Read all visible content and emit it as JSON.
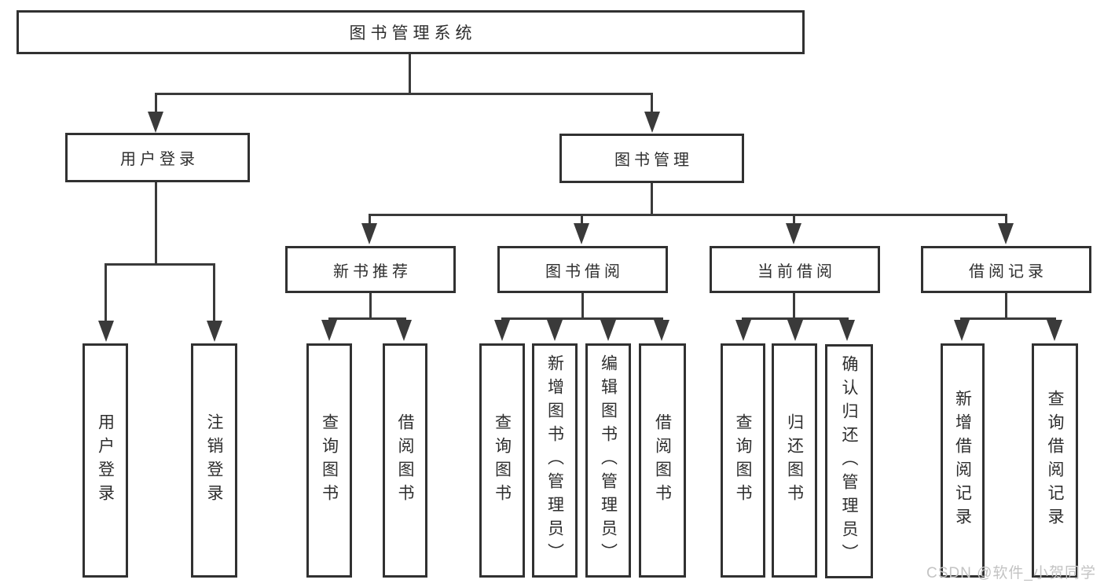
{
  "diagram_type": "hierarchy-tree",
  "tree": {
    "root": {
      "label": "图书管理系统",
      "children": [
        {
          "label": "用户登录",
          "children": [
            {
              "label": "用户登录"
            },
            {
              "label": "注销登录"
            }
          ]
        },
        {
          "label": "图书管理",
          "children": [
            {
              "label": "新书推荐",
              "children": [
                {
                  "label": "查询图书"
                },
                {
                  "label": "借阅图书"
                }
              ]
            },
            {
              "label": "图书借阅",
              "children": [
                {
                  "label": "查询图书"
                },
                {
                  "label": "新增图书（管理员）"
                },
                {
                  "label": "编辑图书（管理员）"
                },
                {
                  "label": "借阅图书"
                }
              ]
            },
            {
              "label": "当前借阅",
              "children": [
                {
                  "label": "查询图书"
                },
                {
                  "label": "归还图书"
                },
                {
                  "label": "确认归还（管理员）"
                }
              ]
            },
            {
              "label": "借阅记录",
              "children": [
                {
                  "label": "新增借阅记录"
                },
                {
                  "label": "查询借阅记录"
                }
              ]
            }
          ]
        }
      ]
    }
  },
  "watermark": {
    "text": "CSDN @软件_小贺同学"
  },
  "colors": {
    "background": "#ffffff",
    "box_fill": "#ffffff",
    "box_border": "#313131",
    "connector_line": "#3a3a3a",
    "text": "#2e2e2e",
    "watermark": "#c3c3c3"
  }
}
